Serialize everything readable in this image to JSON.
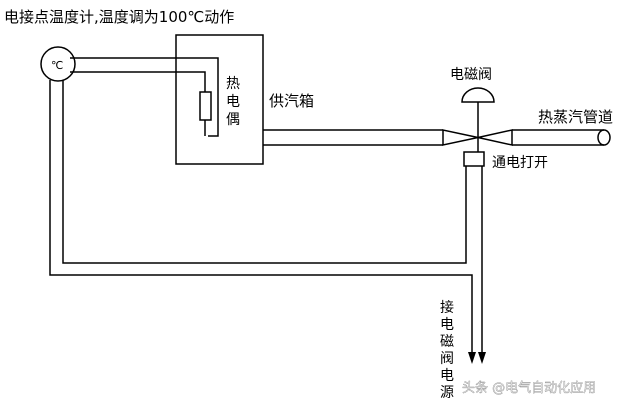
{
  "title": "电接点温度计,温度调为100℃动作",
  "labels": {
    "box": "供汽箱",
    "thermocouple": [
      "热",
      "电",
      "偶"
    ],
    "valve": "电磁阀",
    "pipe": "热蒸汽管道",
    "open": "通电打开",
    "power": [
      "接",
      "电",
      "磁",
      "阀",
      "电",
      "源"
    ],
    "gauge_unit": "℃"
  },
  "watermark": "头条 @电气自动化应用",
  "colors": {
    "line": "#000000",
    "background": "#ffffff",
    "watermark": "#ffffff"
  }
}
